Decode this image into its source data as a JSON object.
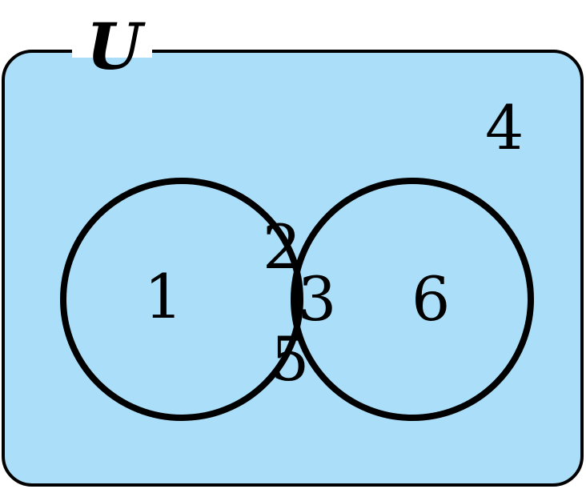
{
  "universe": {
    "label": "U",
    "outside_elements": [
      "4"
    ]
  },
  "sets": {
    "left_only": [
      "1"
    ],
    "intersection": [
      "2",
      "3",
      "5"
    ],
    "right_only": [
      "6"
    ]
  },
  "colors": {
    "shaded_fill": "#abdff9",
    "unshaded_fill": "#ffffff",
    "outline": "#000000"
  },
  "shading": {
    "shaded_regions": [
      "outside",
      "left_only",
      "right_only"
    ],
    "unshaded_regions": [
      "intersection"
    ]
  }
}
